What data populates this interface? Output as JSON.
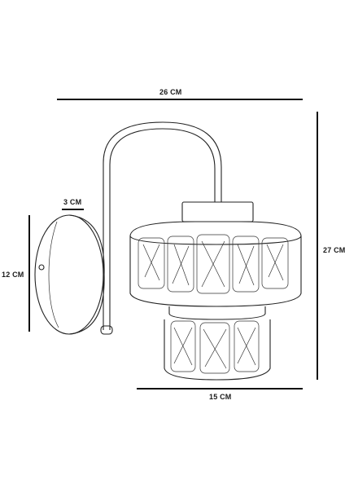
{
  "dimensions": {
    "width_top": "26 CM",
    "depth": "3 CM",
    "backplate_height": "12 CM",
    "total_height": "27 CM",
    "shade_width": "15 CM"
  },
  "colors": {
    "ink": "#111111",
    "background": "#ffffff"
  }
}
